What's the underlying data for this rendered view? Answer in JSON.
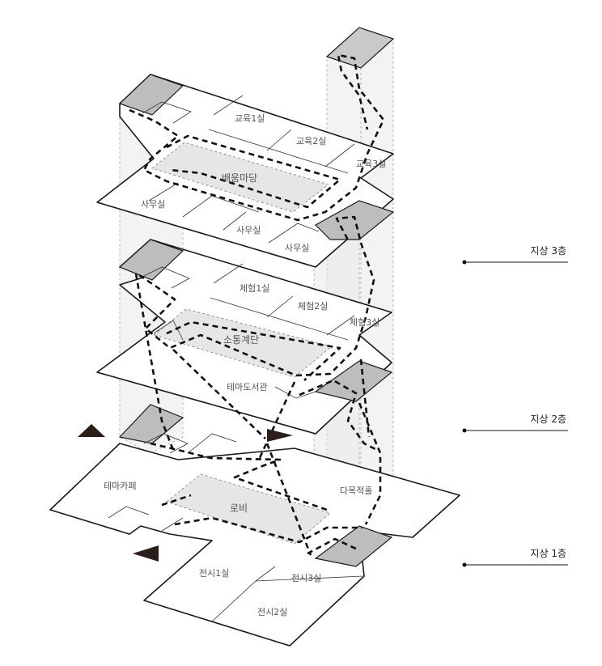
{
  "floors": {
    "third": {
      "label": "지상 3층",
      "rooms": [
        "교육1실",
        "교육2실",
        "교육3실",
        "배움마당",
        "사무실",
        "사무실",
        "사무실"
      ]
    },
    "second": {
      "label": "지상 2층",
      "rooms": [
        "체험1실",
        "체험2실",
        "체험3실",
        "소통계단",
        "테마도서관"
      ]
    },
    "first": {
      "label": "지상 1층",
      "rooms": [
        "테마카페",
        "로비",
        "다목적홀",
        "전시1실",
        "전시3실",
        "전시2실"
      ]
    }
  },
  "colors": {
    "line": "#1a1a1a",
    "core_fill": "#bdbdbd",
    "void_fill": "#e6e6e6",
    "entrance_arrow": "#2b1d1a"
  },
  "icons": {
    "entrance": "triangle-arrow"
  }
}
